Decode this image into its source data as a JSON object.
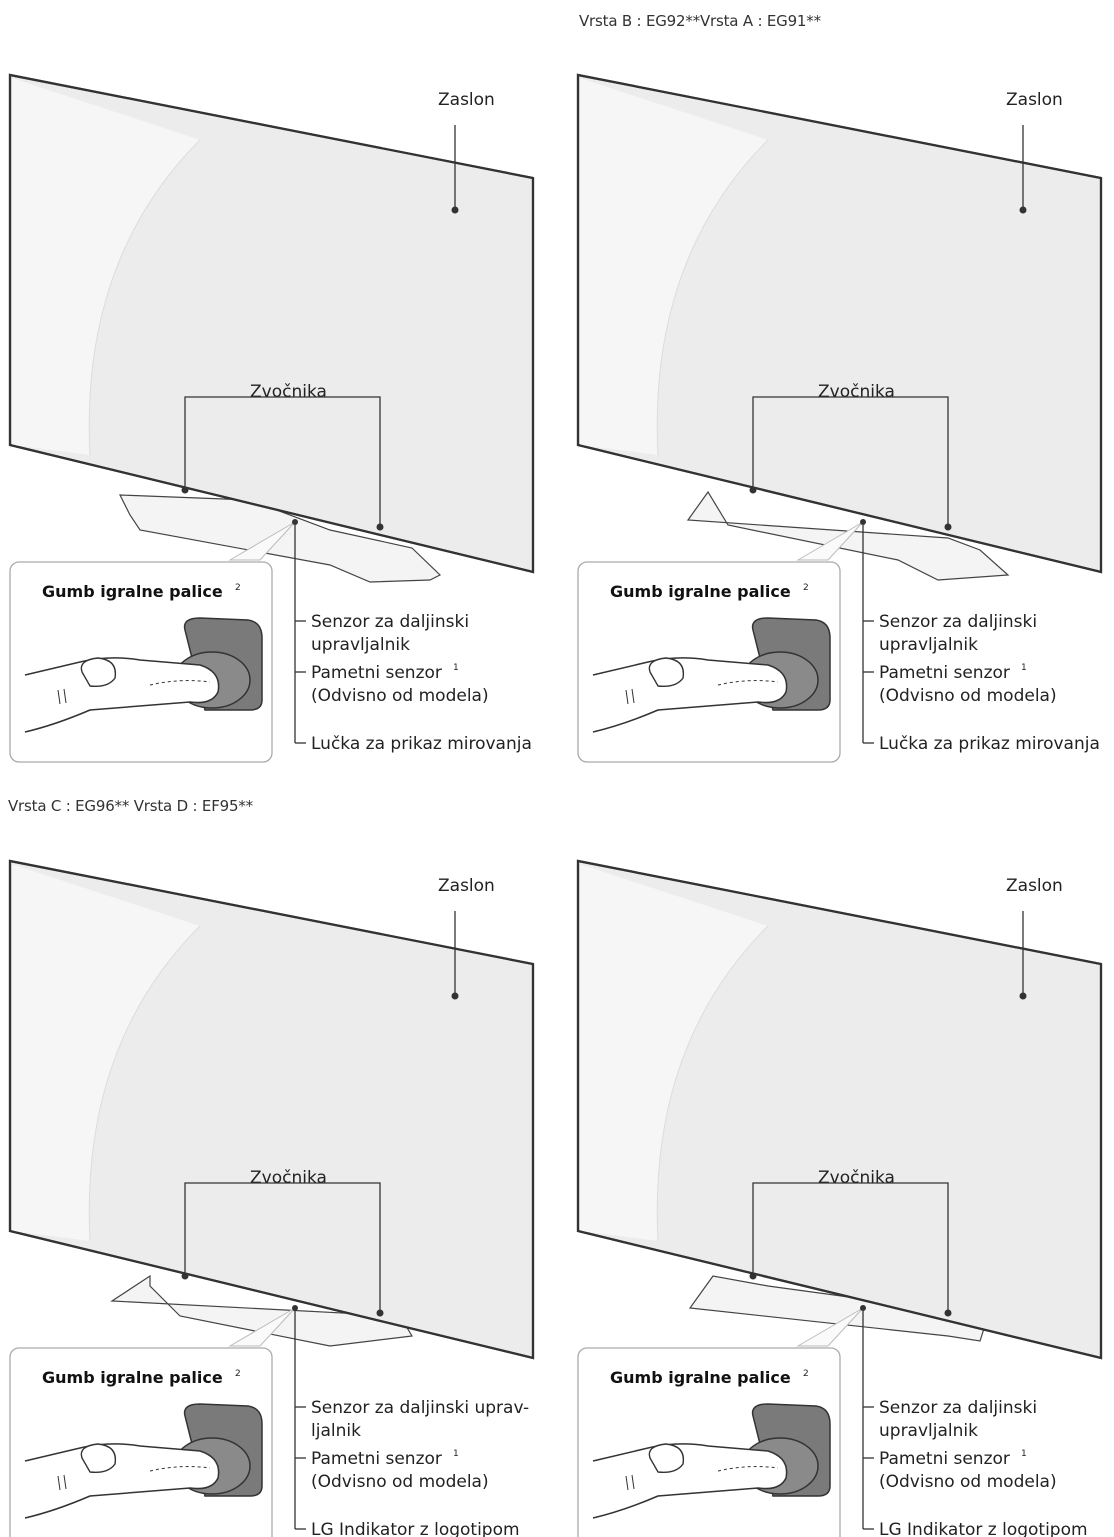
{
  "headers": {
    "top": "Vrsta B : EG92**Vrsta A : EG91**",
    "middle": "Vrsta C : EG96** Vrsta D : EF95**"
  },
  "panels": [
    {
      "screen": "Zaslon",
      "speaker": "Zvočnika",
      "joystick": "Gumb igralne palice",
      "joystick_sup": "2",
      "labels": [
        {
          "text": "Senzor za daljinski",
          "sup": ""
        },
        {
          "text": "upravljalnik",
          "sup": ""
        },
        {
          "text": "Pametni senzor",
          "sup": "1"
        },
        {
          "text": "(Odvisno od modela)",
          "sup": ""
        },
        {
          "text": "Lučka za prikaz mirovanja",
          "sup": ""
        }
      ]
    },
    {
      "screen": "Zaslon",
      "speaker": "Zvočnika",
      "joystick": "Gumb igralne palice",
      "joystick_sup": "2",
      "labels": [
        {
          "text": "Senzor za daljinski",
          "sup": ""
        },
        {
          "text": "upravljalnik",
          "sup": ""
        },
        {
          "text": "Pametni senzor",
          "sup": "1"
        },
        {
          "text": "(Odvisno od modela)",
          "sup": ""
        },
        {
          "text": "Lučka za prikaz mirovanja",
          "sup": ""
        }
      ]
    },
    {
      "screen": "Zaslon",
      "speaker": "Zvočnika",
      "joystick": "Gumb igralne palice",
      "joystick_sup": "2",
      "labels": [
        {
          "text": "Senzor za daljinski uprav-",
          "sup": ""
        },
        {
          "text": "ljalnik",
          "sup": ""
        },
        {
          "text": "Pametni senzor",
          "sup": "1"
        },
        {
          "text": "(Odvisno od modela)",
          "sup": ""
        },
        {
          "text": "LG Indikator z logotipom",
          "sup": ""
        }
      ]
    },
    {
      "screen": "Zaslon",
      "speaker": "Zvočnika",
      "joystick": "Gumb igralne palice",
      "joystick_sup": "2",
      "labels": [
        {
          "text": "Senzor za daljinski",
          "sup": ""
        },
        {
          "text": "upravljalnik",
          "sup": ""
        },
        {
          "text": "Pametni senzor",
          "sup": "1"
        },
        {
          "text": "(Odvisno od modela)",
          "sup": ""
        },
        {
          "text": "LG Indikator z logotipom",
          "sup": ""
        }
      ]
    }
  ]
}
